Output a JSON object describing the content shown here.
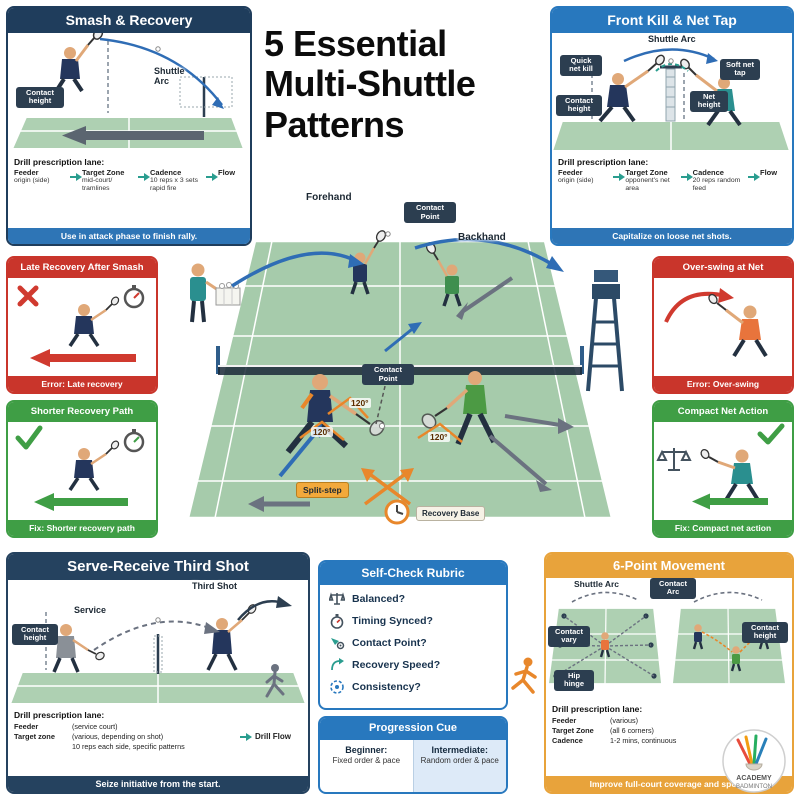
{
  "title": {
    "lines": [
      "5 Essential",
      "Multi-Shuttle",
      "Patterns"
    ]
  },
  "colors": {
    "navy": "#1f3d5c",
    "blue": "#2878be",
    "red": "#c9352b",
    "green": "#3f9e45",
    "gold": "#e8a33b",
    "orange": "#e8872b",
    "teal": "#2a9d8f",
    "court_green": "#a6cbab",
    "dark_label": "#2c3e50",
    "footer_blue": "#2e75b6"
  },
  "smash": {
    "title": "Smash & Recovery",
    "contact_height": "Contact height",
    "shuttle_arc": "Shuttle Arc",
    "drill": {
      "heading": "Drill prescription lane:",
      "cols": [
        {
          "label": "Feeder",
          "value": "origin (side)"
        },
        {
          "label": "Target Zone",
          "value": "mid-court/ tramlines"
        },
        {
          "label": "Cadence",
          "value": "10 reps x 3 sets rapid fire"
        },
        {
          "label": "Flow",
          "value": ""
        }
      ]
    },
    "footer": "Use in attack phase to finish rally."
  },
  "frontkill": {
    "title": "Front Kill & Net Tap",
    "quick_net_kill": "Quick net kill",
    "shuttle_arc": "Shuttle Arc",
    "soft_net_tap": "Soft net tap",
    "contact_height": "Contact height",
    "net_height": "Net height",
    "drill": {
      "heading": "Drill prescription lane:",
      "cols": [
        {
          "label": "Feeder",
          "value": "origin (side)"
        },
        {
          "label": "Target Zone",
          "value": "opponent's net area"
        },
        {
          "label": "Cadence",
          "value": "20 reps random feed"
        },
        {
          "label": "Flow",
          "value": ""
        }
      ]
    },
    "footer": "Capitalize on loose net shots."
  },
  "late": {
    "title": "Late Recovery After Smash",
    "footer": "Error: Late recovery"
  },
  "shorter": {
    "title": "Shorter Recovery Path",
    "footer": "Fix: Shorter recovery path"
  },
  "overswing": {
    "title": "Over-swing at Net",
    "footer": "Error: Over-swing"
  },
  "compact": {
    "title": "Compact Net Action",
    "footer": "Fix: Compact net action"
  },
  "court": {
    "forehand": "Forehand",
    "contact_point_top": "Contact Point",
    "backhand": "Backhand",
    "contact_point_mid": "Contact Point",
    "angles": [
      "120°",
      "120°",
      "120°"
    ],
    "split_step": "Split-step",
    "recovery_base": "Recovery Base"
  },
  "serve": {
    "title": "Serve-Receive Third Shot",
    "service": "Service",
    "third_shot": "Third Shot",
    "contact_height": "Contact height",
    "drill": {
      "heading": "Drill prescription lane:",
      "line1_label": "Feeder",
      "line1_value": "(service court)",
      "line2_label": "Target zone",
      "line2_value": "(various, depending on shot)",
      "line3": "10 reps each side, specific patterns",
      "flow": "Drill Flow"
    },
    "footer": "Seize initiative from the start."
  },
  "selfcheck": {
    "title": "Self-Check Rubric",
    "items": [
      {
        "icon": "scales-icon",
        "label": "Balanced?"
      },
      {
        "icon": "stopwatch-icon",
        "label": "Timing Synced?"
      },
      {
        "icon": "contact-point-icon",
        "label": "Contact Point?"
      },
      {
        "icon": "recovery-arrow-icon",
        "label": "Recovery Speed?"
      },
      {
        "icon": "consistency-icon",
        "label": "Consistency?"
      }
    ]
  },
  "progression": {
    "title": "Progression Cue",
    "beginner_label": "Beginner:",
    "beginner_value": "Fixed order & pace",
    "intermediate_label": "Intermediate:",
    "intermediate_value": "Random order & pace"
  },
  "sixpoint": {
    "title": "6-Point Movement",
    "shuttle_arc": "Shuttle Arc",
    "contact_arc": "Contact Arc",
    "contact_vary": "Contact vary",
    "contact_height": "Contact height",
    "hip_hinge": "Hip hinge",
    "drill": {
      "heading": "Drill prescription lane:",
      "rows": [
        {
          "label": "Feeder",
          "value": "(various)"
        },
        {
          "label": "Target Zone",
          "value": "(all 6 corners)"
        },
        {
          "label": "Cadence",
          "value": "1-2 mins, continuous"
        }
      ]
    },
    "footer": "Improve full-court coverage and speed."
  },
  "logo": {
    "line1": "ACADEMY",
    "line2": "BADMINTON"
  }
}
